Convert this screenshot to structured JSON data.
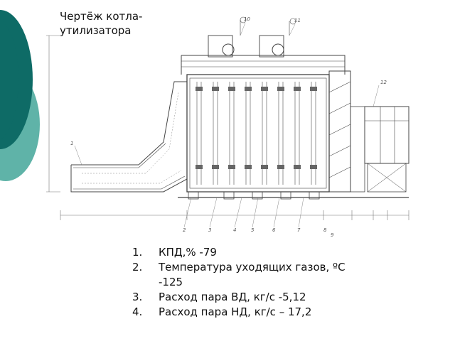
{
  "slide": {
    "title": "Чертёж котла-утилизатора",
    "accent_colors": {
      "dark_teal": "#0e6b66",
      "light_teal": "#5fb3a8"
    }
  },
  "drawing": {
    "description_icon": "boiler-drawing",
    "callouts": [
      "1",
      "2",
      "3",
      "4",
      "5",
      "6",
      "7",
      "8",
      "9",
      "10",
      "11",
      "12"
    ]
  },
  "parameters": [
    {
      "num": "1.",
      "text": "КПД,% -79"
    },
    {
      "num": "2.",
      "text": "Температура уходящих газов, ºС -125"
    },
    {
      "num": "3.",
      "text": "Расход пара ВД, кг/с -5,12"
    },
    {
      "num": "4.",
      "text": "Расход пара НД, кг/с – 17,2"
    }
  ]
}
